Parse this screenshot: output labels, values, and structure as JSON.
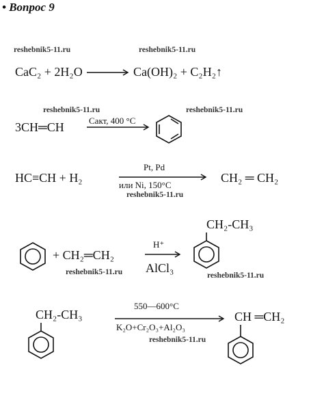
{
  "title": "• Вопрос 9",
  "watermark": "reshebnik5-11.ru",
  "eq1": {
    "left": "CaC₂ + 2H₂O",
    "right": "Ca(OH)₂ + C₂H₂↑"
  },
  "eq2": {
    "left": "3CH═CH",
    "condition": "Cакт, 400 °C"
  },
  "eq3": {
    "left": "HC≡CH + H₂",
    "cond_top": "Pt, Pd",
    "cond_bottom": "или Ni, 150°C",
    "right": "CH₂ ═ CH₂"
  },
  "eq4": {
    "reagent": "+ CH₂═CH₂",
    "cond_top": "H⁺",
    "cond_bottom": "AlCl₃",
    "product_sub": "CH₂-CH₃"
  },
  "eq5": {
    "left_sub": "CH₂-CH₃",
    "cond_top": "550—600°C",
    "cond_bottom": "K₂O+Cr₂O₃+Al₂O₃",
    "product_sub": "CH ═CH₂"
  }
}
